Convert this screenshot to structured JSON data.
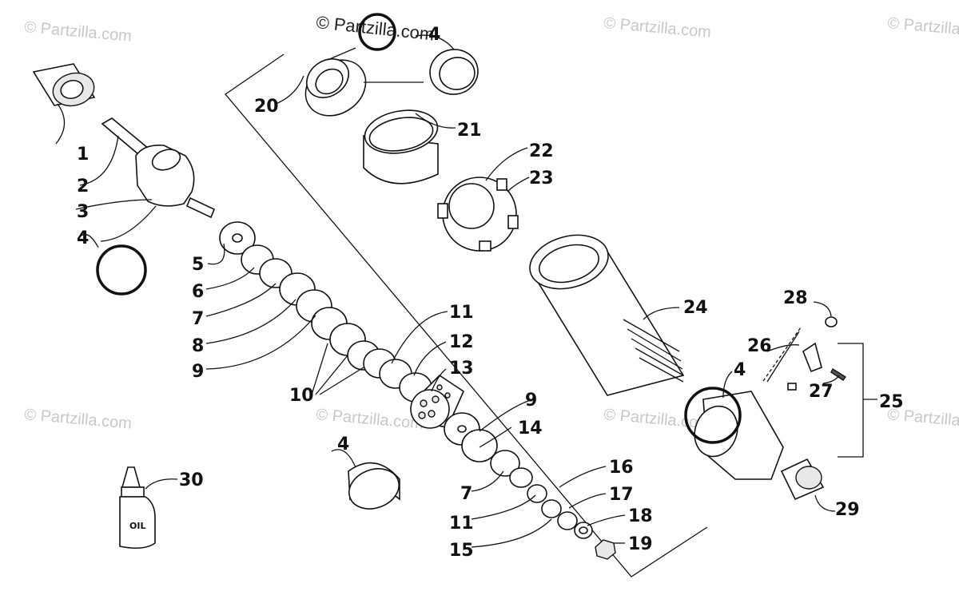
{
  "watermarks": {
    "main": "© Partzilla.com",
    "faint": "© Partzilla.com"
  },
  "oil_label": "OIL",
  "callouts": {
    "c1": "1",
    "c2": "2",
    "c3": "3",
    "c4a": "4",
    "c4b": "4",
    "c4c": "4",
    "c4d": "4",
    "c5": "5",
    "c6": "6",
    "c7a": "7",
    "c7b": "7",
    "c8": "8",
    "c9a": "9",
    "c9b": "9",
    "c10": "10",
    "c11a": "11",
    "c11b": "11",
    "c12": "12",
    "c13": "13",
    "c14": "14",
    "c15": "15",
    "c16": "16",
    "c17": "17",
    "c18": "18",
    "c19": "19",
    "c20": "20",
    "c21": "21",
    "c22": "22",
    "c23": "23",
    "c24": "24",
    "c25": "25",
    "c26": "26",
    "c27": "27",
    "c28": "28",
    "c29": "29",
    "c30": "30"
  },
  "colors": {
    "line": "#111111",
    "watermark": "#c8c8c8",
    "background": "#ffffff"
  }
}
